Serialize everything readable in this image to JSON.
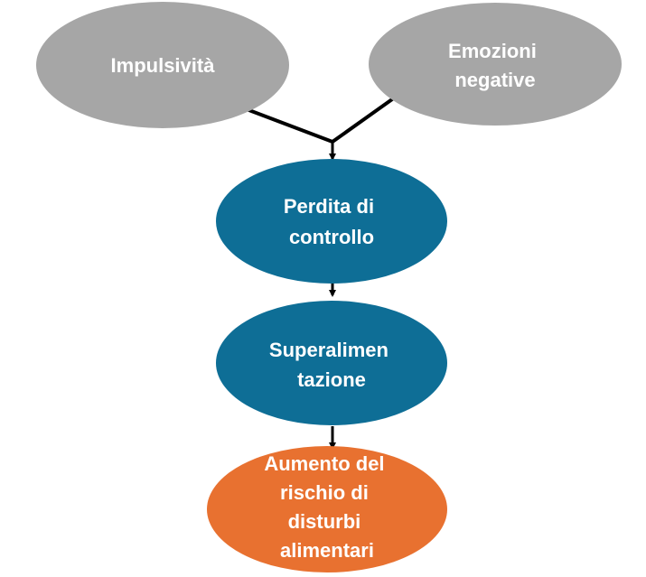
{
  "nodes": {
    "impulsivity": {
      "lines": [
        "Impulsività"
      ],
      "color": "#A6A6A6"
    },
    "negative_emotions": {
      "lines": [
        "Emozioni",
        "negative"
      ],
      "color": "#A6A6A6"
    },
    "loss_of_control": {
      "lines": [
        "Perdita di",
        "controllo"
      ],
      "color": "#0E6E96"
    },
    "overeating": {
      "lines": [
        "Superalimen",
        "tazione"
      ],
      "color": "#0E6E96"
    },
    "eating_disorder_risk": {
      "lines": [
        "Aumento del",
        "rischio di",
        "disturbi",
        "alimentari"
      ],
      "color": "#E87130"
    }
  },
  "connector_color": "#000000"
}
